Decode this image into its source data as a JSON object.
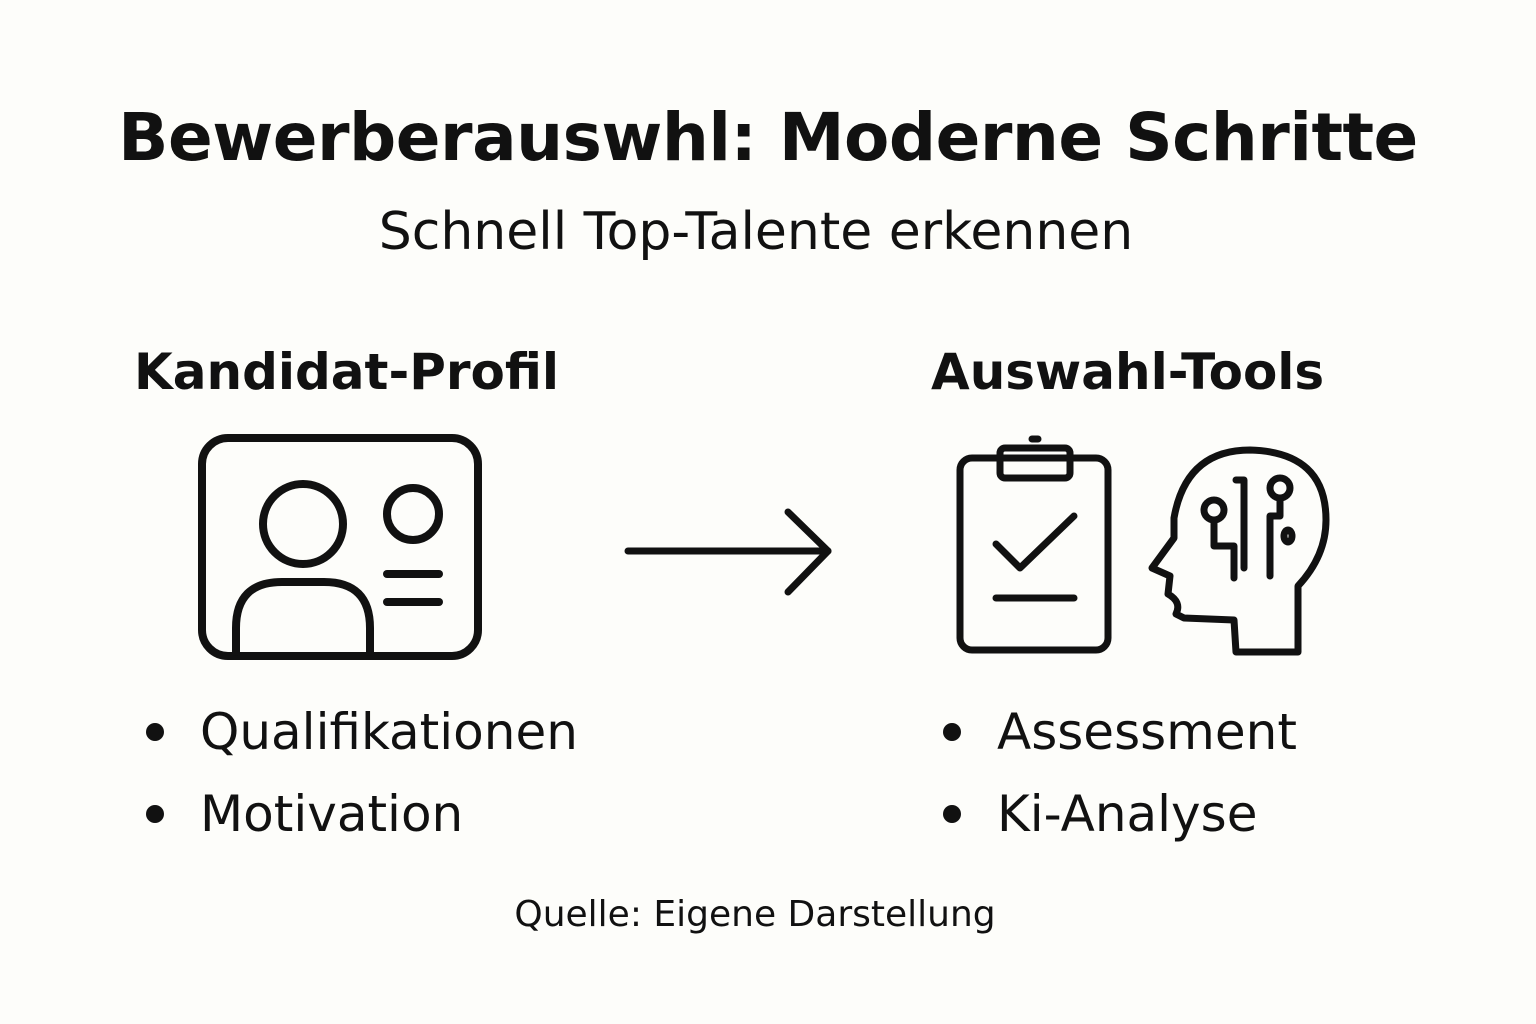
{
  "title": "Bewerberauswhl: Moderne Schritte",
  "subtitle": "Schnell Top-Talente erkennen",
  "left_panel": {
    "heading": "Kandidat-Profil",
    "icon": "profile-card-icon",
    "bullets": [
      "Qualifikationen",
      "Motivation"
    ]
  },
  "connector": {
    "icon": "right-arrow-icon"
  },
  "right_panel": {
    "heading": "Auswahl-Tools",
    "icons": [
      "clipboard-check-icon",
      "ai-head-icon"
    ],
    "bullets": [
      "Assessment",
      "Ki-Analyse"
    ]
  },
  "source": "Quelle: Eigene Darstellung",
  "colors": {
    "background": "#fdfdfa",
    "ink": "#111111"
  }
}
